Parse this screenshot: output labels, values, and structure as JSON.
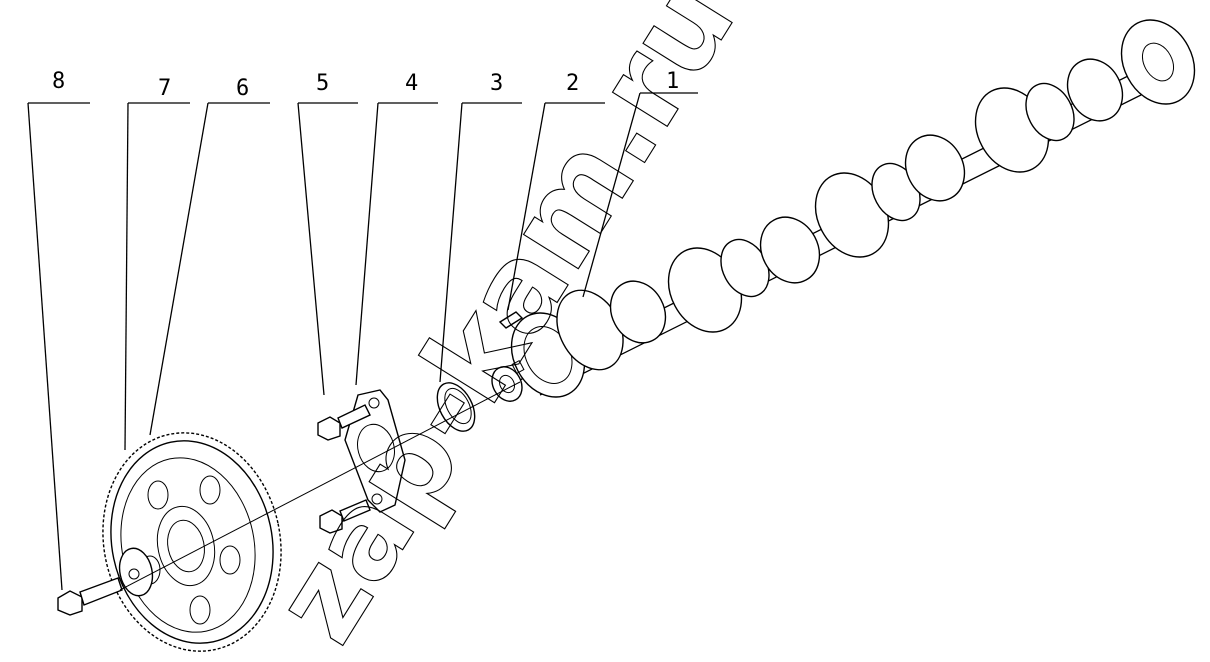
{
  "watermark": "zap-kam.ru",
  "callouts": [
    {
      "num": "8",
      "part": "gear-bolt"
    },
    {
      "num": "7",
      "part": "gear-washer"
    },
    {
      "num": "6",
      "part": "camshaft-gear"
    },
    {
      "num": "5",
      "part": "flange-bolt"
    },
    {
      "num": "4",
      "part": "thrust-flange"
    },
    {
      "num": "3",
      "part": "spacer-ring"
    },
    {
      "num": "2",
      "part": "woodruff-key"
    },
    {
      "num": "1",
      "part": "camshaft"
    }
  ]
}
